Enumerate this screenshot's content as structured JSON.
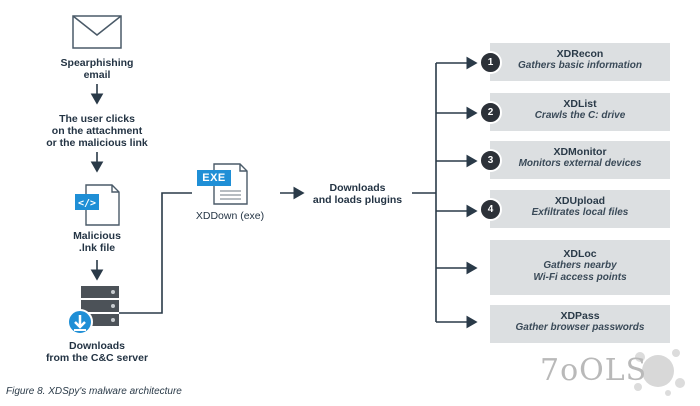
{
  "left_flow": {
    "step1": "Spearphishing\nemail",
    "step2": "The user clicks\non the attachment\nor the malicious link",
    "step3": "Malicious\n.lnk file",
    "step4": "Downloads\nfrom the C&C server"
  },
  "center": {
    "exe_label": "EXE",
    "xddown": "XDDown (exe)",
    "downloads_text": "Downloads\nand loads plugins"
  },
  "plugins": [
    {
      "number": "1",
      "name": "XDRecon",
      "desc": "Gathers basic information"
    },
    {
      "number": "2",
      "name": "XDList",
      "desc": "Crawls the C: drive"
    },
    {
      "number": "3",
      "name": "XDMonitor",
      "desc": "Monitors external devices"
    },
    {
      "number": "4",
      "name": "XDUpload",
      "desc": "Exfiltrates local files"
    },
    {
      "number": "",
      "name": "XDLoc",
      "desc": "Gathers nearby\nWi-Fi access points"
    },
    {
      "number": "",
      "name": "XDPass",
      "desc": "Gather browser passwords"
    }
  ],
  "caption": "Figure 8. XDSpy's malware architecture",
  "watermark": "7oOLS",
  "colors": {
    "accent": "#1f8fd6",
    "box": "#dcdfe1",
    "badge": "#2c3138",
    "line": "#2a3a48"
  }
}
